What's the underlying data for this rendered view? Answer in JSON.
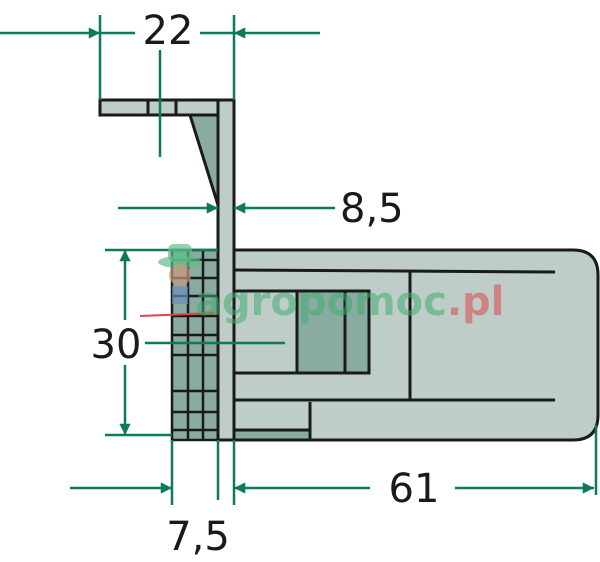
{
  "dimensions": {
    "top_width": "22",
    "wall_thickness": "8,5",
    "height": "30",
    "length": "61",
    "bottom_offset": "7,5"
  },
  "watermark": {
    "text_green": "agropomoc",
    "text_red": ".pl"
  },
  "colors": {
    "dimension": "#0e7a5c",
    "body": "#bfcdc9",
    "body_dark": "#8aaba1",
    "outline": "#1a1a1a"
  }
}
